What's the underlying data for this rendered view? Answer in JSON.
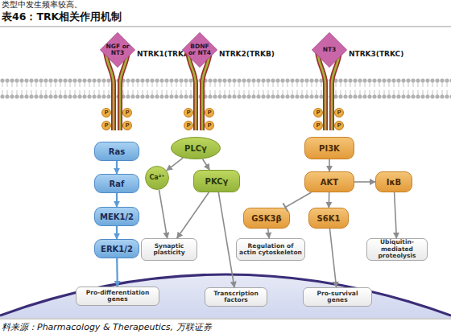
{
  "diagram": {
    "title": "表46：TRK相关作用机制",
    "caption": "料来源：Pharmacology & Therapeutics, 万联证券",
    "nodes": [
      {
        "text": [
          "NGF or NT3"
        ]
      },
      {
        "text": [
          "NTRK1(TRKA)"
        ]
      },
      {
        "text": [
          "BDNF or NT4"
        ]
      },
      {
        "text": [
          "NTRK2(TRKB)"
        ]
      },
      {
        "text": [
          "NT3"
        ]
      },
      {
        "text": [
          "NTRK3(TRKC)"
        ]
      },
      {
        "text": [
          "P"
        ]
      },
      {
        "text": [
          "P"
        ]
      },
      {
        "text": [
          "P"
        ]
      },
      {
        "text": [
          "P"
        ]
      },
      {
        "text": [
          "P"
        ]
      },
      {
        "text": [
          "P"
        ]
      },
      {
        "text": [
          "P"
        ]
      },
      {
        "text": [
          "P"
        ]
      },
      {
        "text": [
          "P"
        ]
      },
      {
        "text": [
          "P"
        ]
      },
      {
        "text": [
          "P"
        ]
      },
      {
        "text": [
          "P"
        ]
      },
      {
        "text": [
          "Ras"
        ]
      },
      {
        "text": [
          "PLCγ"
        ]
      },
      {
        "text": [
          "PI3K"
        ]
      },
      {
        "text": [
          "Raf"
        ]
      },
      {
        "text": [
          "Ca²⁺"
        ]
      },
      {
        "text": [
          "PKCγ"
        ]
      },
      {
        "text": [
          "AKT"
        ]
      },
      {
        "text": [
          "IκB"
        ]
      },
      {
        "text": [
          "MEK1/2"
        ]
      },
      {
        "text": [
          "GSK3β"
        ]
      },
      {
        "text": [
          "S6K1"
        ]
      },
      {
        "text": [
          "ERK1/2"
        ]
      },
      {
        "text": [
          "Synaptic plasticity"
        ]
      },
      {
        "text": [
          "Regulation of actin cytoskeleton"
        ]
      },
      {
        "text": [
          "Ubiquitin-mediated proteolysis"
        ]
      },
      {
        "text": [
          "Pro-differentiation genes"
        ]
      },
      {
        "text": [
          "Transcription factors"
        ]
      },
      {
        "text": [
          "Pro-survival genes"
        ]
      }
    ],
    "edges": [
      {
        "from": 18,
        "to": 21,
        "arrow": "to"
      },
      {
        "from": 21,
        "to": 26,
        "arrow": "to"
      },
      {
        "from": 26,
        "to": 29,
        "arrow": "to"
      },
      {
        "from": 29,
        "to": 33,
        "arrow": "to"
      },
      {
        "from": 19,
        "to": 22,
        "arrow": "to"
      },
      {
        "from": 19,
        "to": 23,
        "arrow": "to"
      },
      {
        "from": 22,
        "to": 30,
        "arrow": "to"
      },
      {
        "from": 23,
        "to": 30,
        "arrow": "to"
      },
      {
        "from": 23,
        "to": 34,
        "arrow": "to"
      },
      {
        "from": 20,
        "to": 24,
        "arrow": "to"
      },
      {
        "from": 24,
        "to": 25,
        "arrow": "to"
      },
      {
        "from": 24,
        "to": 27,
        "arrow": "to"
      },
      {
        "from": 24,
        "to": 28,
        "arrow": "to"
      },
      {
        "from": 27,
        "to": 31,
        "arrow": "to"
      },
      {
        "from": 28,
        "to": 35,
        "arrow": "to"
      },
      {
        "from": 25,
        "to": 32,
        "arrow": "to"
      }
    ],
    "labels": [
      "类型中发生频率较高。"
    ]
  }
}
